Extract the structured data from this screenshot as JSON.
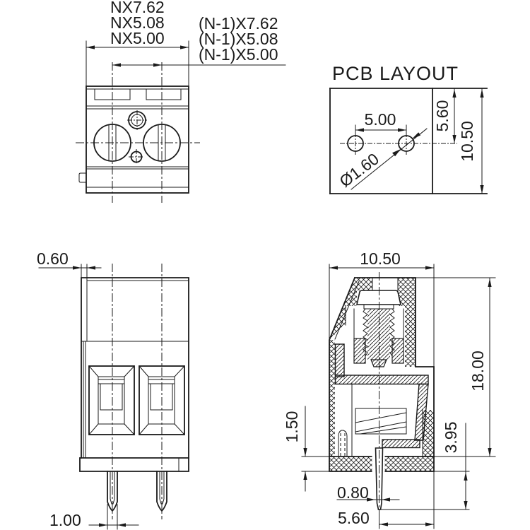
{
  "drawing": {
    "background": "#ffffff",
    "line_color": "#1a1a1a",
    "top_view": {
      "count_labels": [
        "NX7.62",
        "NX5.08",
        "NX5.00"
      ],
      "pitch_labels": [
        "(N-1)X7.62",
        "(N-1)X5.08",
        "(N-1)X5.00"
      ]
    },
    "pcb_layout": {
      "title": "PCB LAYOUT",
      "hole_pitch": "5.00",
      "hole_diameter": "Ø1.60",
      "edge_to_hole": "5.60",
      "pattern_height": "10.50"
    },
    "front_view": {
      "flange_thickness": "0.60",
      "pin_width": "1.00"
    },
    "section_view": {
      "body_width": "10.50",
      "body_height": "18.00",
      "base_thickness": "1.50",
      "pin_protrusion": "3.95",
      "pin_thickness": "0.80",
      "pin_to_edge": "5.60"
    }
  }
}
